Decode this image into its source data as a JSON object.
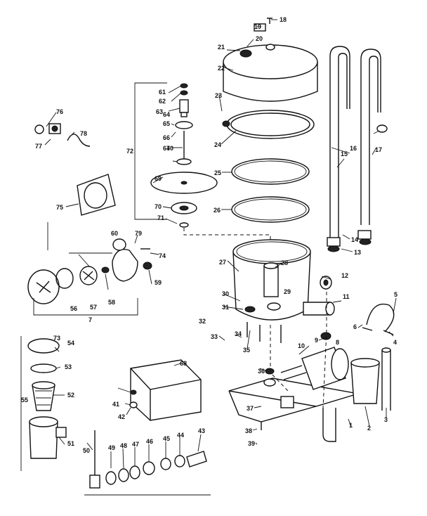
{
  "diagram": {
    "callouts": [
      "1",
      "2",
      "3",
      "4",
      "5",
      "6",
      "7",
      "8",
      "9",
      "10",
      "11",
      "12",
      "13",
      "14",
      "15",
      "16",
      "17",
      "18",
      "19",
      "20",
      "21",
      "22",
      "23",
      "24",
      "25",
      "26",
      "27",
      "28",
      "29",
      "30",
      "31",
      "32",
      "33",
      "34",
      "35",
      "36",
      "37",
      "38",
      "39",
      "40",
      "41",
      "42",
      "43",
      "44",
      "45",
      "46",
      "47",
      "48",
      "49",
      "50",
      "51",
      "52",
      "53",
      "54",
      "55",
      "56",
      "57",
      "58",
      "59",
      "60",
      "61",
      "62",
      "63",
      "64",
      "65",
      "66",
      "67",
      "68",
      "69",
      "70",
      "71",
      "72",
      "73",
      "74",
      "75",
      "76",
      "77",
      "78",
      "79"
    ]
  }
}
